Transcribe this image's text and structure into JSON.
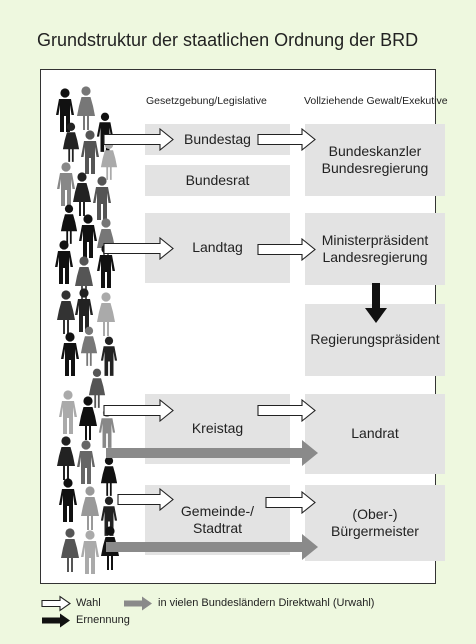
{
  "title": "Grundstruktur der staatlichen Ordnung der BRD",
  "headers": {
    "legislative": "Gesetzgebung/Legislative",
    "executive": "Vollziehende Gewalt/Exekutive"
  },
  "legislative": {
    "bundestag": "Bundestag",
    "bundesrat": "Bundesrat",
    "landtag": "Landtag",
    "kreistag": "Kreistag",
    "gemeinderat": "Gemeinde-/\nStadtrat"
  },
  "executive": {
    "bundeskanzler": "Bundeskanzler\nBundesregierung",
    "ministerpraesident": "Ministerpräsident\nLandesregierung",
    "regierungspraesident": "Regierungspräsident",
    "landrat": "Landrat",
    "buergermeister": "(Ober-)\nBürgermeister"
  },
  "legend": {
    "wahl": "Wahl",
    "direktwahl": "in vielen Bundesländern Direktwahl (Urwahl)",
    "ernennung": "Ernennung"
  },
  "colors": {
    "background": "#eef8df",
    "box": "#e3e3e3",
    "gray_arrow": "#8a8a8a",
    "black": "#111111"
  }
}
